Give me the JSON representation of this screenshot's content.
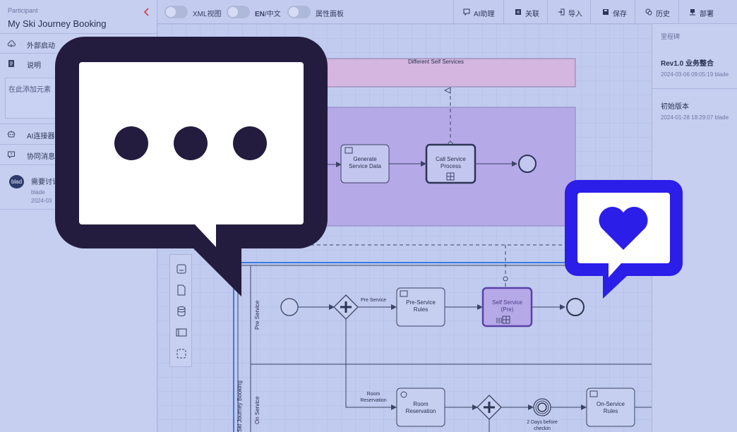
{
  "left_panel": {
    "section_label": "Participant",
    "participant_name": "My Ski Journey Booking",
    "rows": [
      {
        "label": "外部启动",
        "icon": "cloud-icon"
      },
      {
        "label": "说明",
        "icon": "document-icon"
      }
    ],
    "textarea_placeholder": "在此添加元素",
    "rows2": [
      {
        "label": "AI连接器",
        "icon": "robot-icon"
      },
      {
        "label": "协同消息",
        "icon": "chat-icon"
      }
    ],
    "message": {
      "avatar": "blad",
      "title": "需要讨论",
      "author": "blade",
      "date": "2024-03"
    }
  },
  "toolbar": {
    "toggles": [
      {
        "label": "XML视图"
      },
      {
        "label_en": "EN",
        "label_cn": "/中文"
      },
      {
        "label": "属性面板"
      }
    ],
    "buttons": [
      {
        "label": "AI助理",
        "icon": "chat-icon"
      },
      {
        "label": "关联",
        "icon": "link-icon"
      },
      {
        "label": "导入",
        "icon": "import-icon"
      },
      {
        "label": "保存",
        "icon": "save-icon"
      },
      {
        "label": "历史",
        "icon": "history-icon"
      },
      {
        "label": "部署",
        "icon": "deploy-icon"
      }
    ]
  },
  "right_panel": {
    "label": "里程碑",
    "versions": [
      {
        "name": "Rev1.0 业务整合",
        "date": "2024-03-06 09:05:19 blade"
      },
      {
        "name": "初始版本",
        "date": "2024-01-28 18:29:07 blade"
      }
    ]
  },
  "diagram": {
    "top_pool_label": "Different Self Services",
    "tasks": {
      "generate": "Generate\nService Data",
      "call": "Call Service\nProcess",
      "pre_rules": "Pre-Service\nRules",
      "self_service": "Self Service\n(Pre)",
      "room_reservation": "Room\nReservation",
      "on_rules": "On-Service\nRules"
    },
    "flow_labels": {
      "pre_service": "Pre Service",
      "room_reservation": "Room\nReservation",
      "two_days": "2 Days before\ncheckin"
    },
    "lanes": {
      "pool": "Ski Journey Booking",
      "pre": "Pre Service",
      "on": "On Service"
    }
  },
  "colors": {
    "accent": "#2b1ee8",
    "dark_bubble": "#231c3e",
    "canvas": "#c0cbef",
    "lavender_pool": "#b7a9e8",
    "pink_pool": "#d4b6e0"
  }
}
